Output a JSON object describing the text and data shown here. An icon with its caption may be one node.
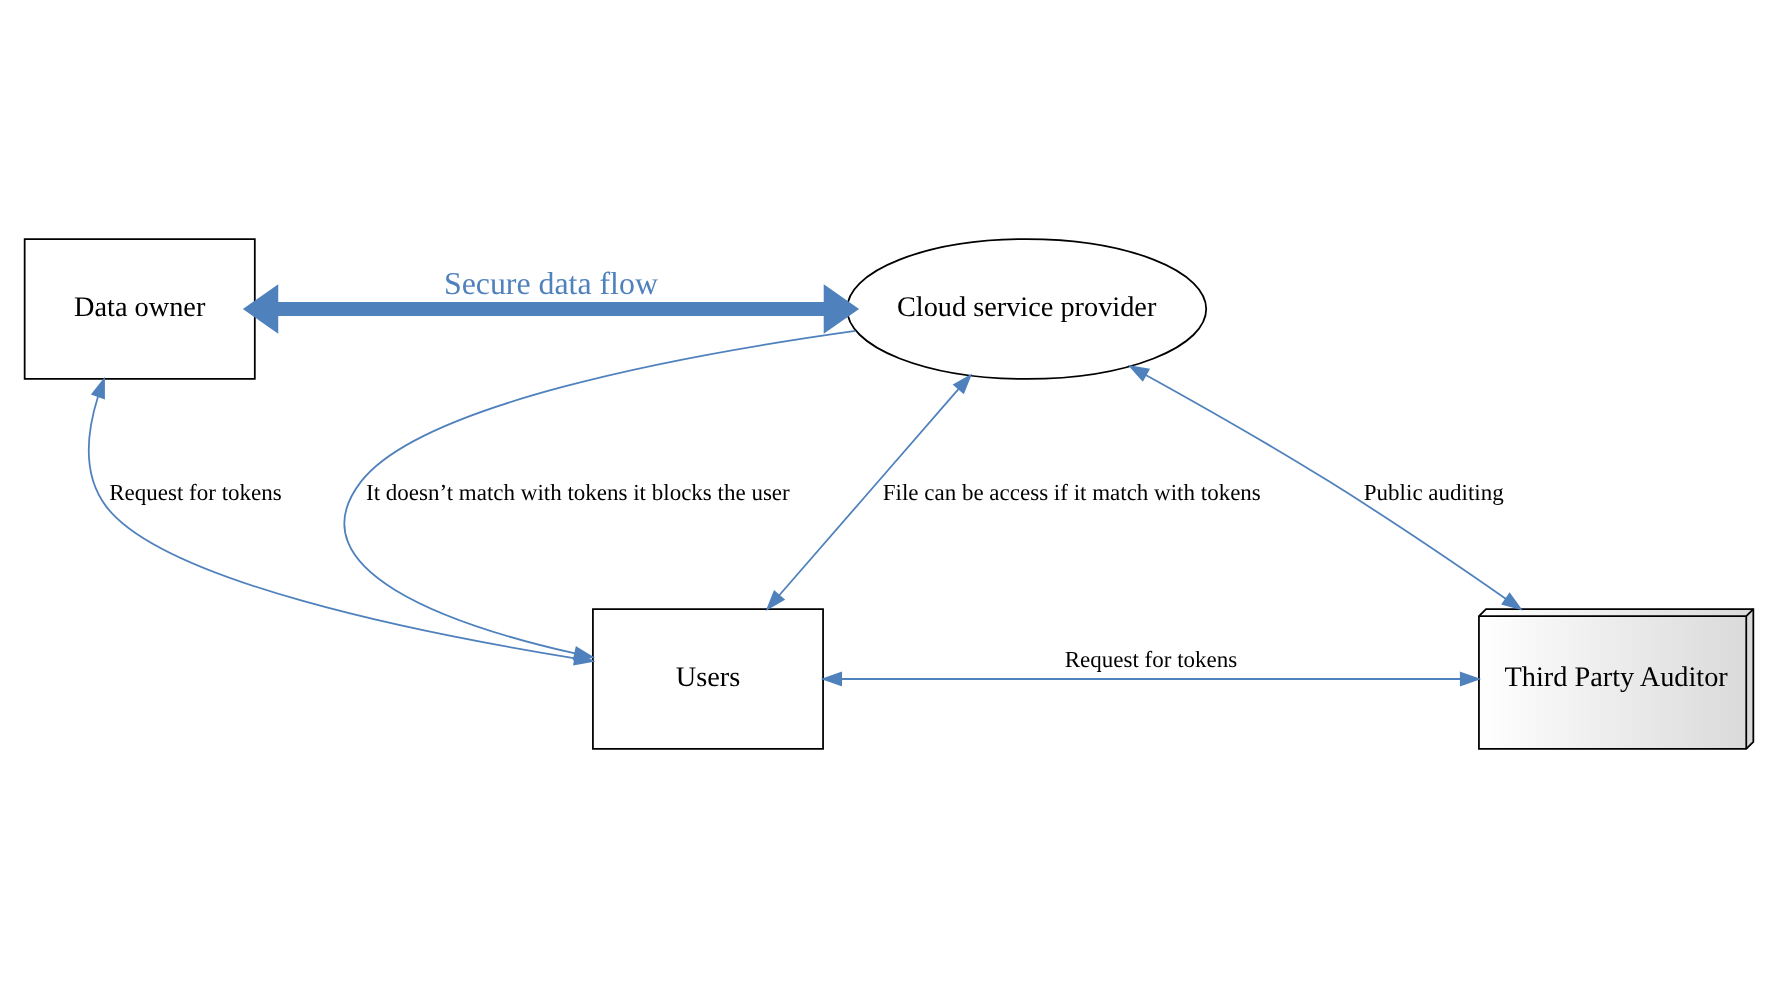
{
  "diagram": {
    "nodes": [
      {
        "text": [
          "Data owner"
        ]
      },
      {
        "text": [
          "Cloud service provider"
        ]
      },
      {
        "text": [
          "Users"
        ]
      },
      {
        "text": [
          "Third Party Auditor"
        ]
      }
    ],
    "edges": [
      {
        "from": 0,
        "to": 1,
        "arrow": "both",
        "label": "Secure data flow",
        "style": "thick"
      },
      {
        "from": 0,
        "to": 2,
        "arrow": "both",
        "label": "Request for tokens"
      },
      {
        "from": 2,
        "to": 1,
        "arrow": "both",
        "label": "File can be access if it match with tokens"
      },
      {
        "from": 1,
        "to": 2,
        "arrow": "to",
        "label": "It doesn’t match with tokens it blocks the user"
      },
      {
        "from": 1,
        "to": 3,
        "arrow": "both",
        "label": "Public auditing"
      },
      {
        "from": 2,
        "to": 3,
        "arrow": "both",
        "label": "Request for tokens"
      }
    ]
  }
}
